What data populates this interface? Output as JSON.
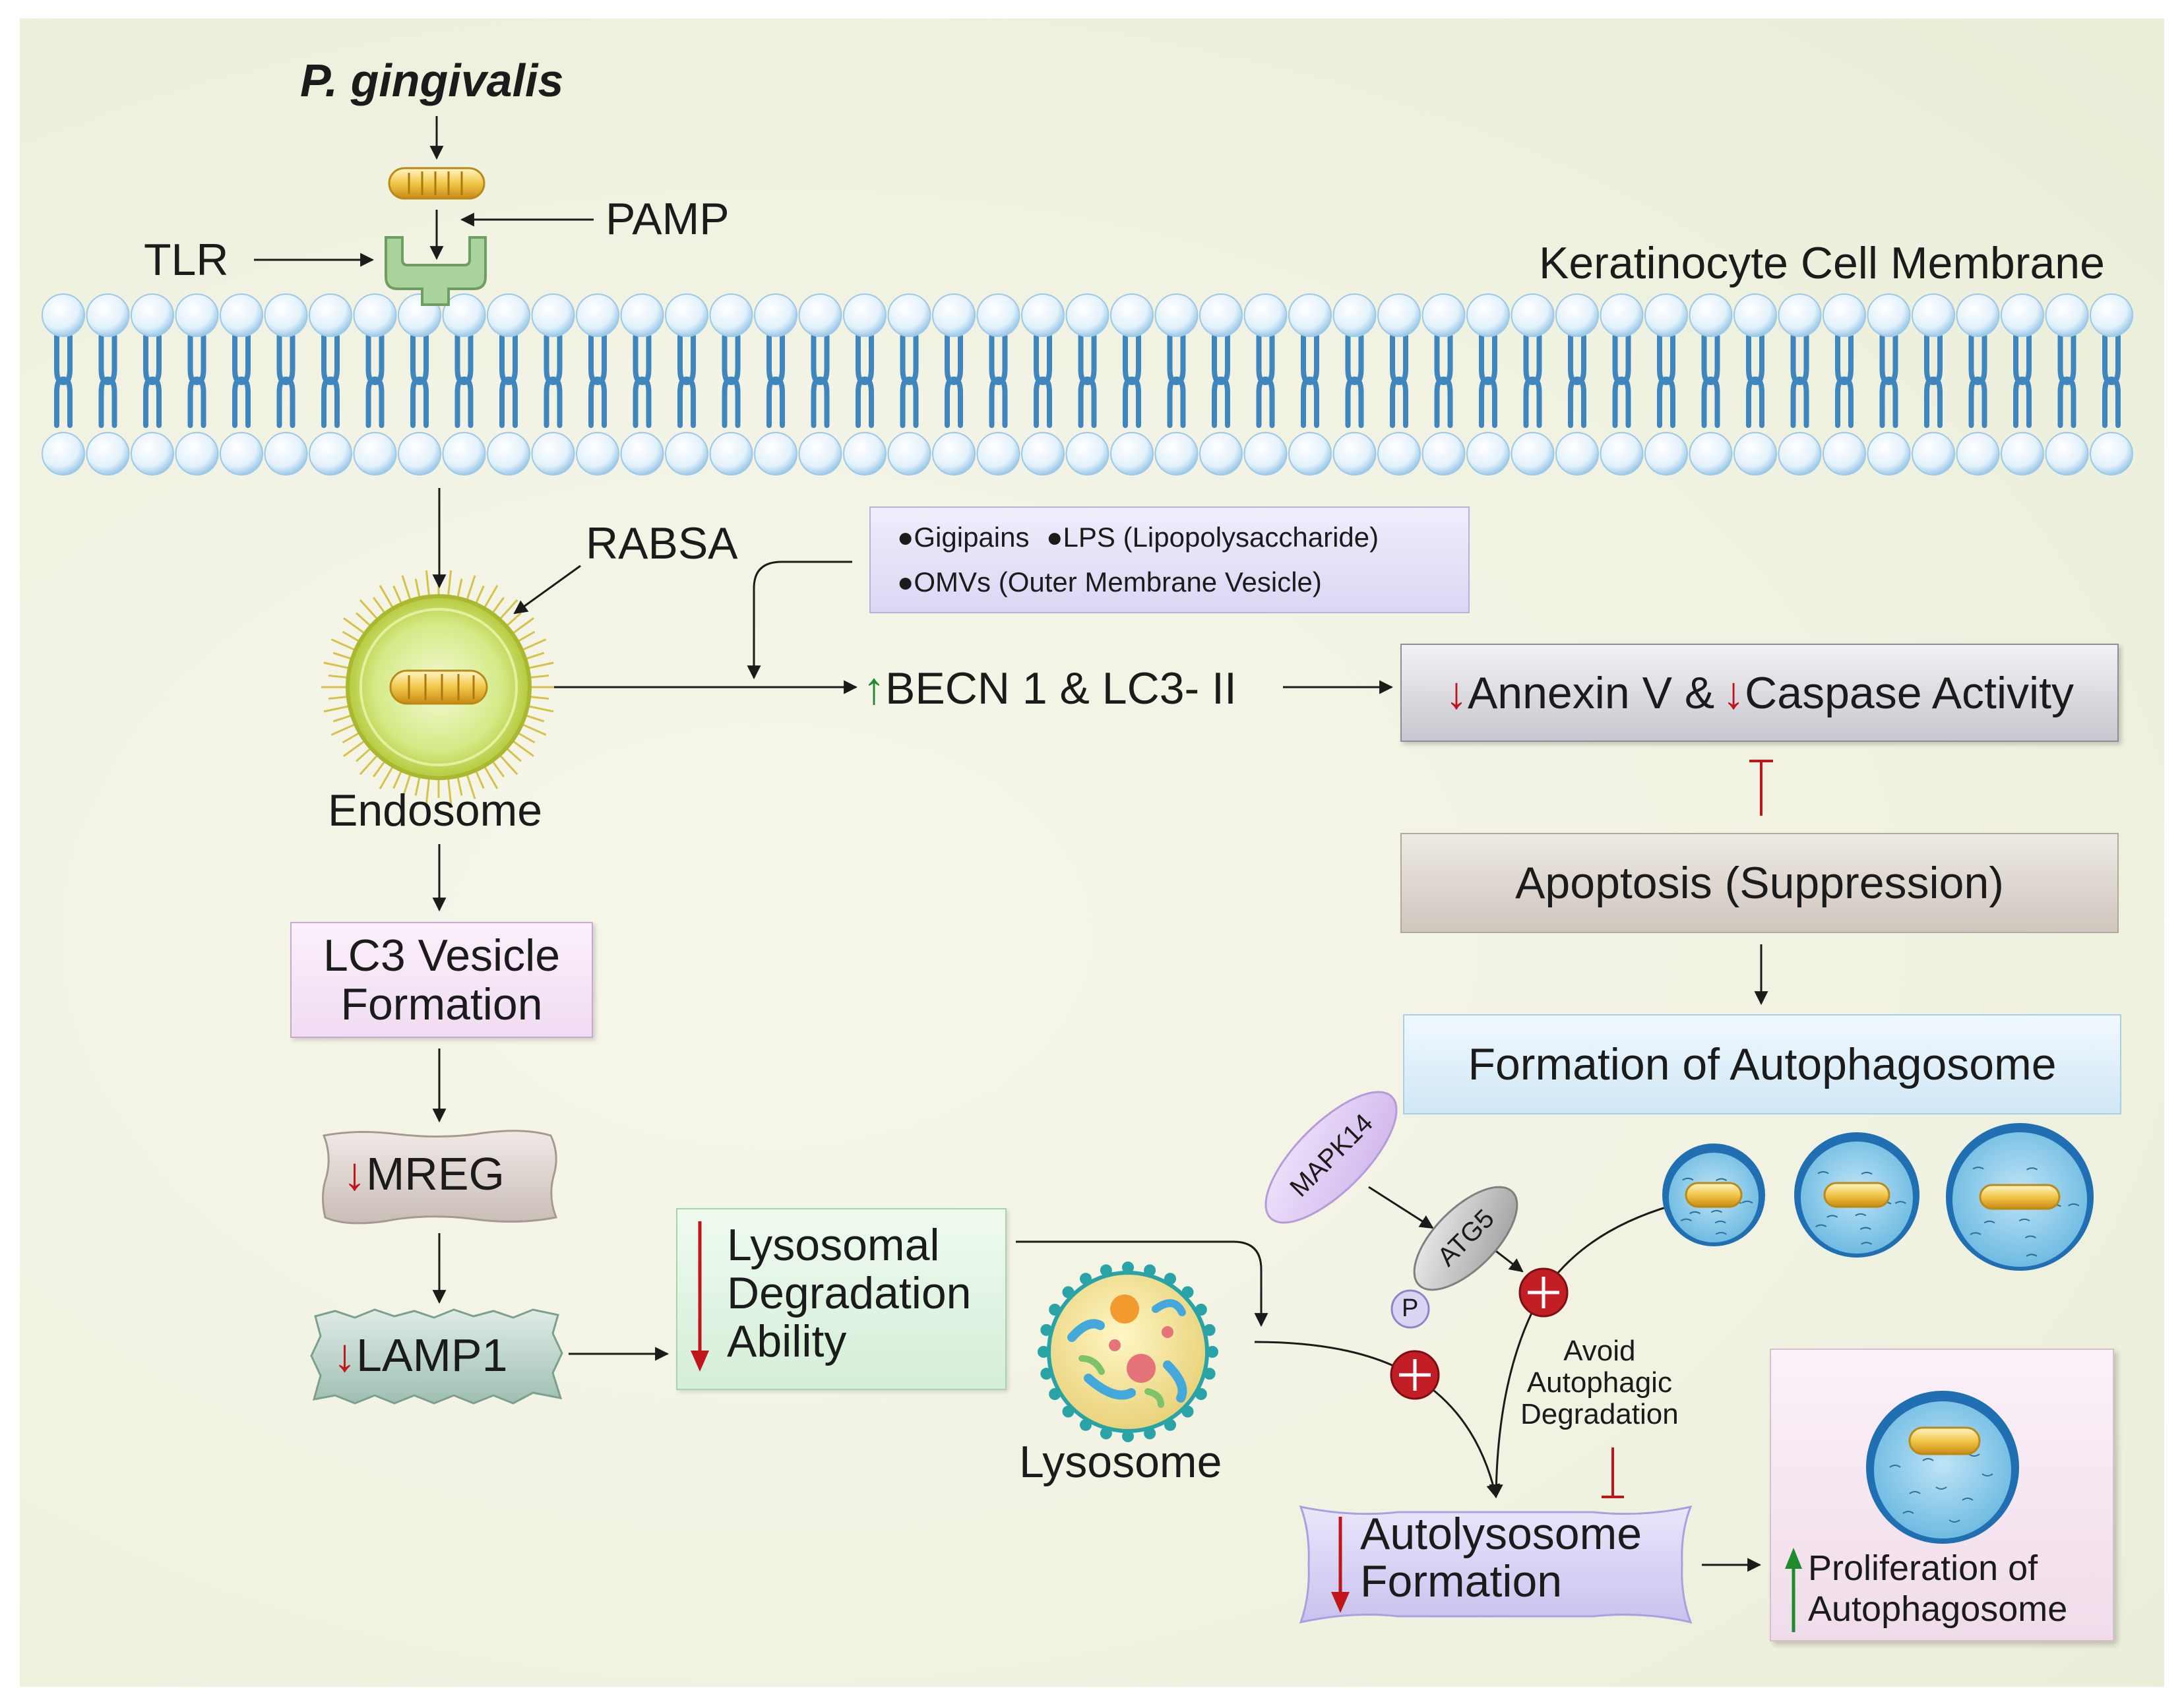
{
  "labels": {
    "pathogen": "P. gingivalis",
    "pamp": "PAMP",
    "tlr": "TLR",
    "membrane": "Keratinocyte Cell Membrane",
    "rabsa": "RABSA",
    "endosome": "Endosome",
    "lc3_vesicle_line1": "LC3 Vesicle",
    "lc3_vesicle_line2": "Formation",
    "mreg": "MREG",
    "lamp1": "LAMP1",
    "lysosomal_line1": "Lysosomal",
    "lysosomal_line2": "Degradation",
    "lysosomal_line3": "Ability",
    "lysosome": "Lysosome",
    "factor_gingipains": "Gigipains",
    "factor_lps": "LPS (Lipopolysaccharide)",
    "factor_omvs": "OMVs (Outer Membrane Vesicle)",
    "becn": "BECN 1 & LC3- II",
    "annexin": "Annexin V &",
    "caspase": "Caspase Activity",
    "apoptosis": "Apoptosis (Suppression)",
    "autophagosome_formation": "Formation of Autophagosome",
    "mapk14": "MAPK14",
    "atg5": "ATG5",
    "phospho": "P",
    "avoid_line1": "Avoid",
    "avoid_line2": "Autophagic",
    "avoid_line3": "Degradation",
    "autolysosome_line1": "Autolysosome",
    "autolysosome_line2": "Formation",
    "proliferation_line1": "Proliferation of",
    "proliferation_line2": "Autophagosome"
  },
  "colors": {
    "arrow_up": "#1f8a2e",
    "arrow_down": "#c0151b",
    "inhibition": "#c0151b",
    "membrane_head": "#d6ebf8",
    "membrane_tail": "#3f86bf"
  },
  "icons": {
    "up": "up-arrow-icon",
    "down": "down-arrow-icon",
    "block": "block-icon"
  }
}
